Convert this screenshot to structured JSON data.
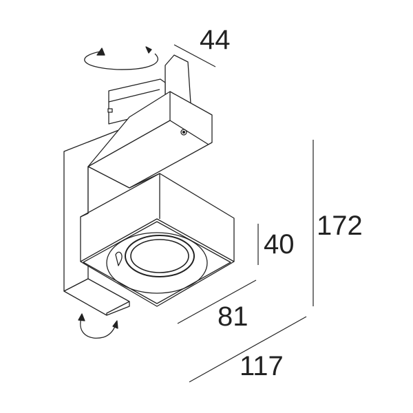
{
  "dimensions": {
    "depth_top": "44",
    "height_total": "172",
    "height_head": "40",
    "width_head": "81",
    "length_total": "117"
  },
  "icons": [
    "rotate-horizontal-arrow-icon",
    "tilt-arrow-icon"
  ],
  "colors": {
    "line": "#222222",
    "background": "#ffffff"
  }
}
